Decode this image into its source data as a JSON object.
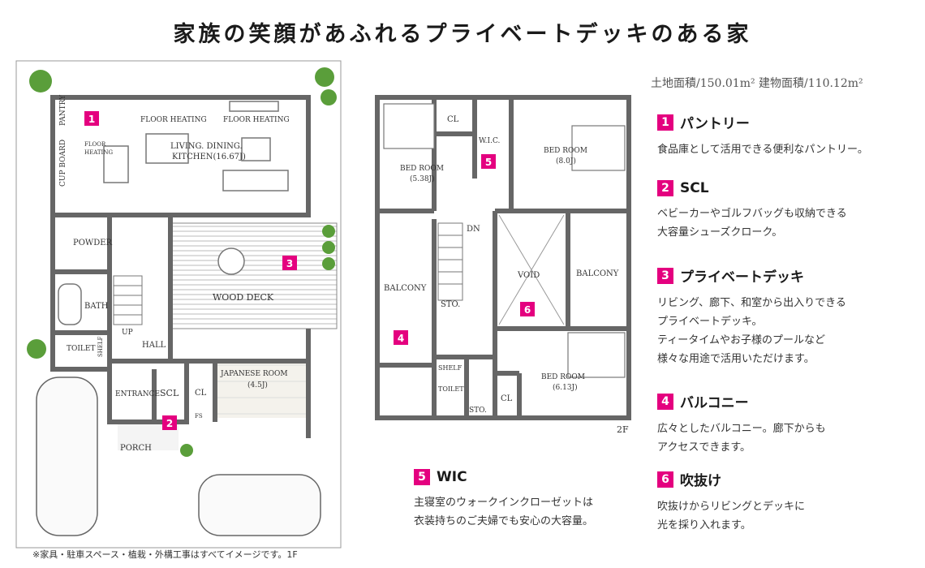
{
  "title": "家族の笑顔があふれるプライベートデッキのある家",
  "area": "土地面積/150.01m² 建物面積/110.12m²",
  "note": "※家具・駐車スペース・植栽・外構工事はすべてイメージです。1F",
  "floor2_label": "2F",
  "colors": {
    "accent": "#e4007f",
    "wall": "#666666"
  },
  "plan1": {
    "pantry": "PANTRY",
    "floor_heating_1": "FLOOR HEATING",
    "floor_heating_2": "FLOOR HEATING",
    "floor_heating_small_1": "FLOOR",
    "floor_heating_small_2": "HEATING",
    "ldk_1": "LIVING. DINING.",
    "ldk_2": "KITCHEN(16.67J)",
    "cup_board": "CUP BOARD",
    "powder": "POWDER",
    "bath": "BATH",
    "toilet": "TOILET",
    "shelf": "SHELF",
    "up": "UP",
    "hall": "HALL",
    "wood_deck": "WOOD DECK",
    "japanese_room": "JAPANESE ROOM",
    "japanese_room_size": "(4.5J)",
    "entrance": "ENTRANCE",
    "scl": "SCL",
    "cl": "CL",
    "fs": "FS",
    "porch": "PORCH",
    "n1": "1",
    "n2": "2",
    "n3": "3"
  },
  "plan2": {
    "bed1": "BED ROOM",
    "bed1_size": "(5.38J)",
    "cl1": "CL",
    "wic": "W.I.C.",
    "bed2": "BED ROOM",
    "bed2_size": "(8.0J)",
    "dn": "DN",
    "balcony1": "BALCONY",
    "sto1": "STO.",
    "void": "VOID",
    "balcony2": "BALCONY",
    "shelf": "SHELF",
    "toilet": "TOILET",
    "sto2": "STO.",
    "cl2": "CL",
    "bed3": "BED ROOM",
    "bed3_size": "(6.13J)",
    "n4": "4",
    "n5": "5",
    "n6": "6"
  },
  "items": [
    {
      "num": "1",
      "title": "パントリー",
      "lines": [
        "食品庫として活用できる便利なパントリー。"
      ]
    },
    {
      "num": "2",
      "title": "SCL",
      "lines": [
        "ベビーカーやゴルフバッグも収納できる",
        "大容量シューズクローク。"
      ]
    },
    {
      "num": "3",
      "title": "プライベートデッキ",
      "lines": [
        "リビング、廊下、和室から出入りできる",
        "プライベートデッキ。",
        "ティータイムやお子様のプールなど",
        "様々な用途で活用いただけます。"
      ]
    },
    {
      "num": "4",
      "title": "バルコニー",
      "lines": [
        "広々としたバルコニー。廊下からも",
        "アクセスできます。"
      ]
    },
    {
      "num": "5",
      "title": "WIC",
      "lines": [
        "主寝室のウォークインクローゼットは",
        "衣装持ちのご夫婦でも安心の大容量。"
      ]
    },
    {
      "num": "6",
      "title": "吹抜け",
      "lines": [
        "吹抜けからリビングとデッキに",
        "光を採り入れます。"
      ]
    }
  ]
}
